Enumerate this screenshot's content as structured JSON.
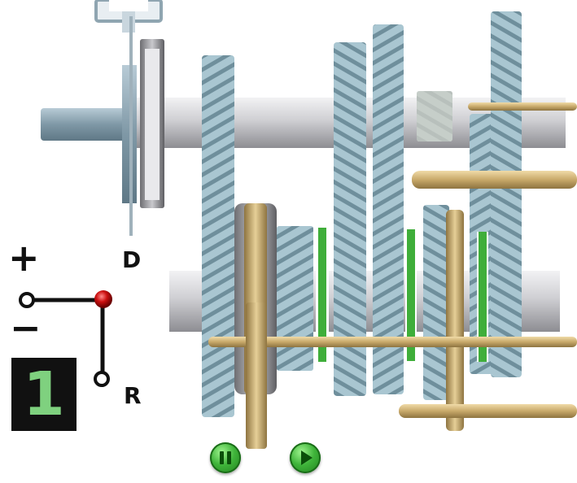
{
  "shifter": {
    "plus_label": "+",
    "minus_label": "−",
    "drive_label": "D",
    "reverse_label": "R"
  },
  "gear_display": {
    "current_gear": "1"
  },
  "controls": {
    "pause_icon": "pause-icon",
    "play_icon": "play-icon"
  },
  "colors": {
    "gear_teeth": "#9fbfcc",
    "shaft": "#c9c9cc",
    "brass_rod": "#c8a96a",
    "synchro_green": "#3fae3a",
    "knob_red": "#cc1111",
    "button_green": "#3fb43a"
  }
}
